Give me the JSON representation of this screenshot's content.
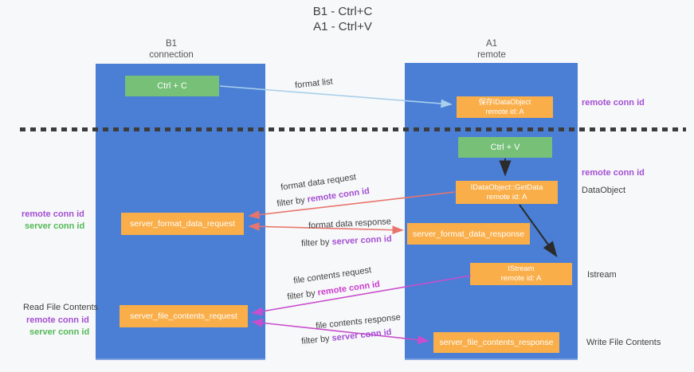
{
  "title": {
    "line1": "B1 - Ctrl+C",
    "line2": "A1 - Ctrl+V"
  },
  "columns": {
    "left": {
      "name": "B1",
      "role": "connection"
    },
    "right": {
      "name": "A1",
      "role": "remote"
    }
  },
  "nodes": {
    "ctrl_c": "Ctrl + C",
    "ctrl_v": "Ctrl + V",
    "save_dataobject": {
      "line1": "保存IDataObject",
      "line2": "remote id: A"
    },
    "getdata": {
      "line1": "IDataObject::GetData",
      "line2": "remote id: A"
    },
    "istream": {
      "line1": "IStream",
      "line2": "remote id: A"
    },
    "format_request": "server_format_data_request",
    "format_response": "server_format_data_response",
    "file_request": "server_file_contents_request",
    "file_response": "server_file_contents_response"
  },
  "messages": {
    "format_list": "format list",
    "format_data_request": {
      "label": "format data request",
      "filter_prefix": "filter by ",
      "filter_value": "remote conn id"
    },
    "format_data_response": {
      "label": "format data response",
      "filter_prefix": "filter by ",
      "filter_value": "server conn id"
    },
    "file_contents_request": {
      "label": "file contents request",
      "filter_prefix": "filter by ",
      "filter_value": "remote conn id"
    },
    "file_contents_response": {
      "label": "file contents response",
      "filter_prefix": "filter by ",
      "filter_value": "server conn id"
    }
  },
  "side_labels": {
    "top_remote_conn_id": "remote conn id",
    "mid_remote_conn_id": "remote conn id",
    "dataobject": "DataObject",
    "istream": "Istream",
    "write_file_contents": "Write File Contents",
    "read_file_contents": "Read File Contents",
    "left_remote_conn_id_1": "remote conn id",
    "left_server_conn_id_1": "server conn id",
    "left_remote_conn_id_2": "remote conn id",
    "left_server_conn_id_2": "server conn id"
  },
  "colors": {
    "column_blue": "#4a7fd5",
    "box_orange": "#f9ae49",
    "box_green": "#76c078",
    "arrow_blue": "#a9cfec",
    "arrow_red": "#e8756d",
    "arrow_magenta": "#c94ecd",
    "arrow_black": "#2b2b2b",
    "label_purple": "#a34fd2",
    "label_green": "#53b957",
    "label_magenta": "#cb3bce"
  }
}
